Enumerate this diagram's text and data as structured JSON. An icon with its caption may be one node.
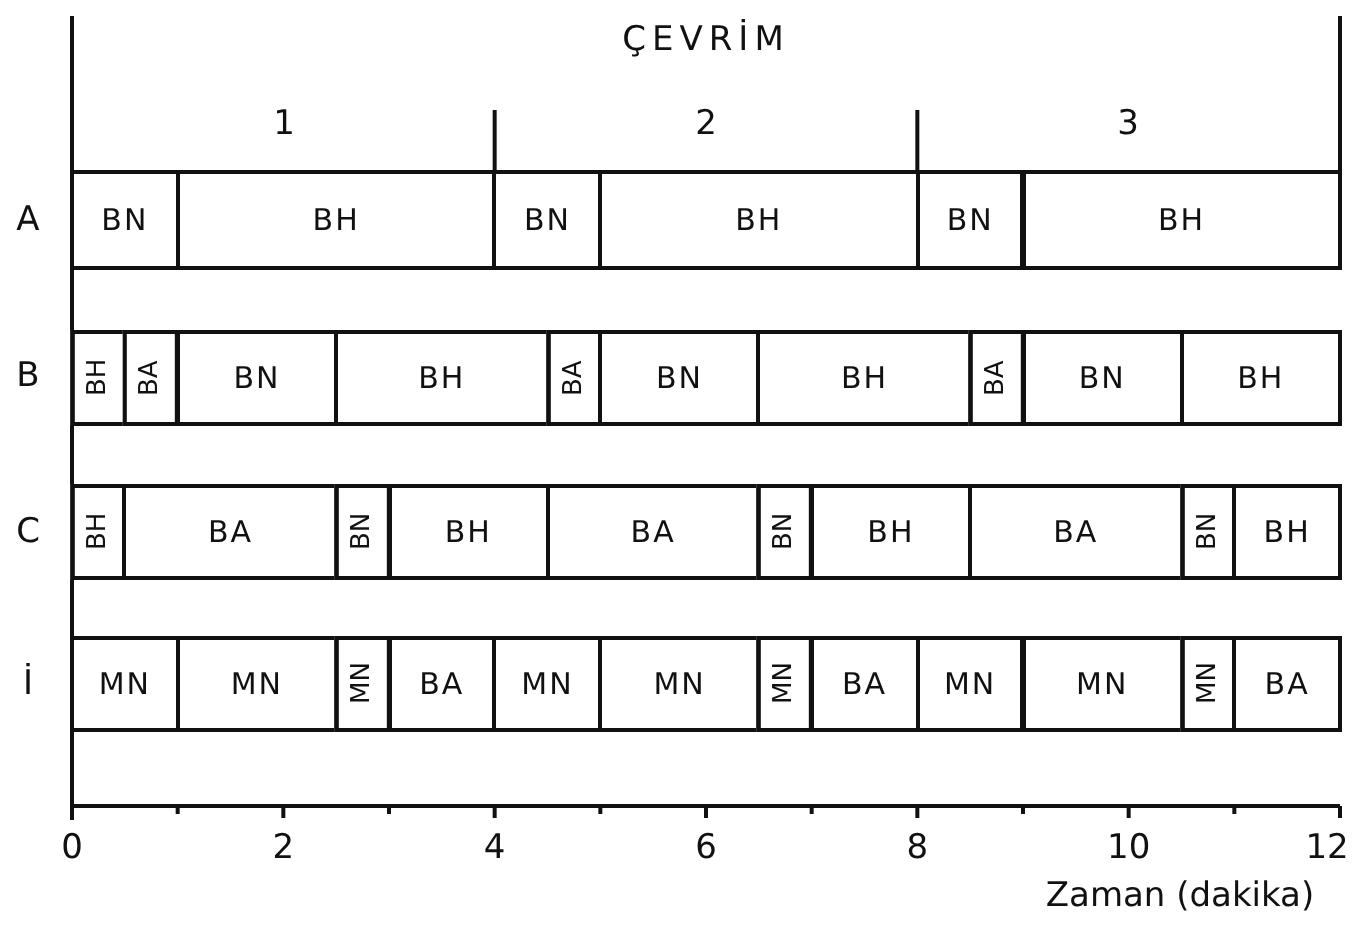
{
  "diagram": {
    "nodes": [
      {
        "text": [
          "BN"
        ]
      },
      {
        "text": [
          "BH"
        ]
      },
      {
        "text": [
          "BN"
        ]
      },
      {
        "text": [
          "BH"
        ]
      },
      {
        "text": [
          "BN"
        ]
      },
      {
        "text": [
          "BH"
        ]
      },
      {
        "text": [
          "BH"
        ]
      },
      {
        "text": [
          "BA"
        ]
      },
      {
        "text": [
          "BN"
        ]
      },
      {
        "text": [
          "BH"
        ]
      },
      {
        "text": [
          "BA"
        ]
      },
      {
        "text": [
          "BN"
        ]
      },
      {
        "text": [
          "BH"
        ]
      },
      {
        "text": [
          "BA"
        ]
      },
      {
        "text": [
          "BN"
        ]
      },
      {
        "text": [
          "BH"
        ]
      },
      {
        "text": [
          "BH"
        ]
      },
      {
        "text": [
          "BA"
        ]
      },
      {
        "text": [
          "BN"
        ]
      },
      {
        "text": [
          "BH"
        ]
      },
      {
        "text": [
          "BA"
        ]
      },
      {
        "text": [
          "BN"
        ]
      },
      {
        "text": [
          "BH"
        ]
      },
      {
        "text": [
          "BA"
        ]
      },
      {
        "text": [
          "BN"
        ]
      },
      {
        "text": [
          "BH"
        ]
      },
      {
        "text": [
          "MN"
        ]
      },
      {
        "text": [
          "MN"
        ]
      },
      {
        "text": [
          "MN"
        ]
      },
      {
        "text": [
          "BA"
        ]
      },
      {
        "text": [
          "MN"
        ]
      },
      {
        "text": [
          "MN"
        ]
      },
      {
        "text": [
          "MN"
        ]
      },
      {
        "text": [
          "BA"
        ]
      },
      {
        "text": [
          "MN"
        ]
      },
      {
        "text": [
          "MN"
        ]
      },
      {
        "text": [
          "MN"
        ]
      },
      {
        "text": [
          "BA"
        ]
      }
    ],
    "edges": [],
    "labels": [
      "ÇEVRİM",
      "1",
      "2",
      "3",
      "A",
      "B",
      "C",
      "İ",
      "0",
      "2",
      "4",
      "6",
      "8",
      "10",
      "12",
      "Zaman (dakika)"
    ]
  }
}
